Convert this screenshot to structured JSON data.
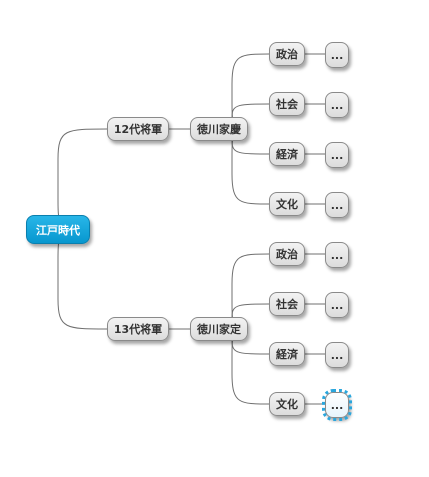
{
  "mindmap": {
    "root": {
      "label": "江戸時代",
      "color": "#0aa0d6",
      "children": [
        {
          "label": "12代将軍",
          "children": [
            {
              "label": "徳川家慶",
              "children": [
                {
                  "label": "政治",
                  "children": [
                    {
                      "label": "..."
                    }
                  ]
                },
                {
                  "label": "社会",
                  "children": [
                    {
                      "label": "..."
                    }
                  ]
                },
                {
                  "label": "経済",
                  "children": [
                    {
                      "label": "..."
                    }
                  ]
                },
                {
                  "label": "文化",
                  "children": [
                    {
                      "label": "..."
                    }
                  ]
                }
              ]
            }
          ]
        },
        {
          "label": "13代将軍",
          "children": [
            {
              "label": "徳川家定",
              "children": [
                {
                  "label": "政治",
                  "children": [
                    {
                      "label": "..."
                    }
                  ]
                },
                {
                  "label": "社会",
                  "children": [
                    {
                      "label": "..."
                    }
                  ]
                },
                {
                  "label": "経済",
                  "children": [
                    {
                      "label": "..."
                    }
                  ]
                },
                {
                  "label": "文化",
                  "children": [
                    {
                      "label": "...",
                      "selected": true
                    }
                  ]
                }
              ]
            }
          ]
        }
      ]
    }
  }
}
